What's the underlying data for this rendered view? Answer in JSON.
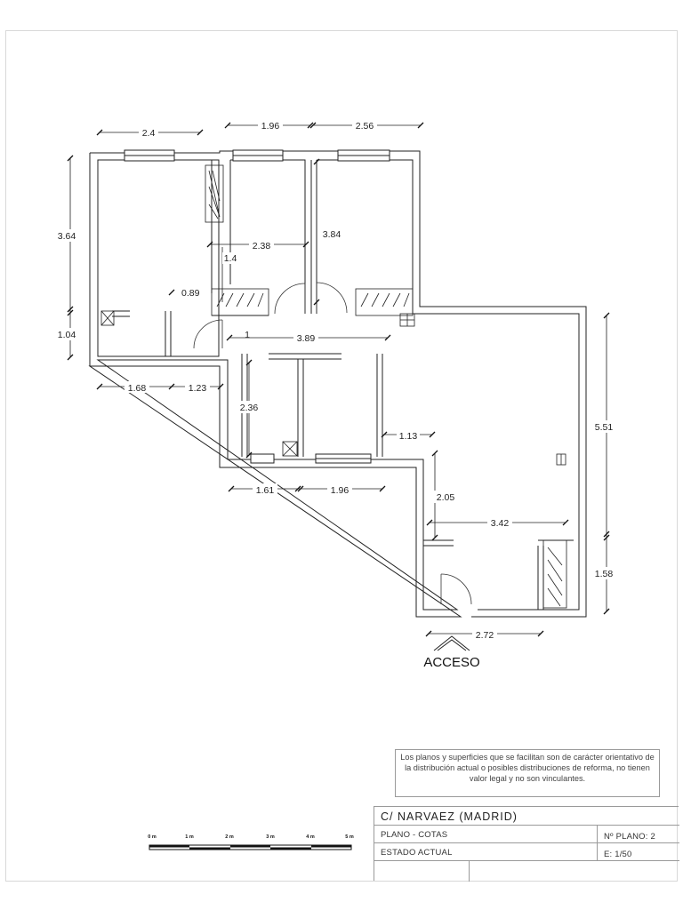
{
  "plan": {
    "dimensions": {
      "d1": "2.4",
      "d2": "1.96",
      "d3": "2.56",
      "d4": "3.64",
      "d5": "3.84",
      "d6": "2.38",
      "d7": "1.4",
      "d8": "0.89",
      "d9": "1.04",
      "d10": "1",
      "d11": "3.89",
      "d12": "1.68",
      "d13": "1.23",
      "d14": "2.36",
      "d15": "1.13",
      "d16": "5.51",
      "d17": "1.61",
      "d18": "1.96",
      "d19": "2.05",
      "d20": "3.42",
      "d21": "1.58",
      "d22": "2.72"
    },
    "access_label": "ACCESO"
  },
  "note": {
    "line1": "Los planos y superficies que se facilitan son de carácter orientativo de",
    "line2": "la distribución actual o posibles distribuciones de reforma, no tienen",
    "line3": "valor legal y no son vinculantes."
  },
  "titleblock": {
    "address": "C/ NARVAEZ  (MADRID)",
    "plan_type": "PLANO  - COTAS",
    "plan_number": "Nº PLANO: 2",
    "state": "ESTADO ACTUAL",
    "scale": "E: 1/50"
  },
  "scalebar": {
    "labels": [
      "0 m",
      "1 m",
      "2 m",
      "3 m",
      "4 m",
      "5 m"
    ]
  }
}
